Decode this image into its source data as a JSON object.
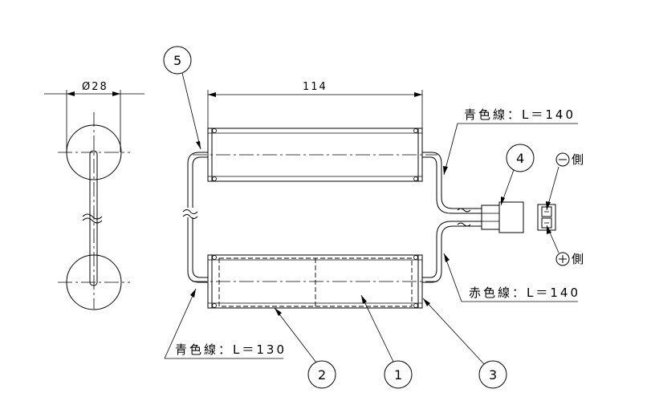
{
  "labels": {
    "diameter": "Ø28",
    "length": "114",
    "wire_blue_top": "青色線：L＝140",
    "wire_red": "赤色線：L＝140",
    "wire_blue_bottom": "青色線：L＝130",
    "minus_side": "側",
    "plus_side": "側"
  },
  "callouts": {
    "c1": "1",
    "c2": "2",
    "c3": "3",
    "c4": "4",
    "c5": "5"
  },
  "symbols": {
    "minus": "minus-circle-icon",
    "plus": "plus-circle-icon"
  }
}
